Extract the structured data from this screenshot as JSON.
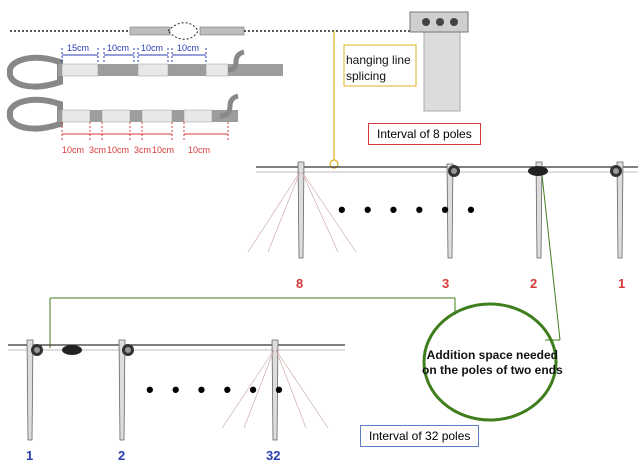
{
  "labels": {
    "hanging_line_1": "hanging line",
    "hanging_line_2": "splicing",
    "interval_8": "Interval of 8 poles",
    "interval_32": "Interval of 32 poles",
    "addition_1": "Addition space needed",
    "addition_2": "on the poles of two ends"
  },
  "splice_top_dims": [
    "15cm",
    "10cm",
    "10cm",
    "10cm"
  ],
  "splice_bottom_dims": [
    "10cm",
    "3cm",
    "10cm",
    "3cm",
    "10cm",
    "10cm"
  ],
  "top_pole_numbers": [
    "8",
    "3",
    "2",
    "1"
  ],
  "bottom_pole_numbers": [
    "1",
    "2",
    "32"
  ],
  "ellipsis": "• • • • • •",
  "colors": {
    "blue": "#2a3fb0",
    "red": "#d73a3a",
    "green": "#3f7e1c",
    "yellow": "#e0b01d",
    "grey": "#9a9a9a"
  }
}
